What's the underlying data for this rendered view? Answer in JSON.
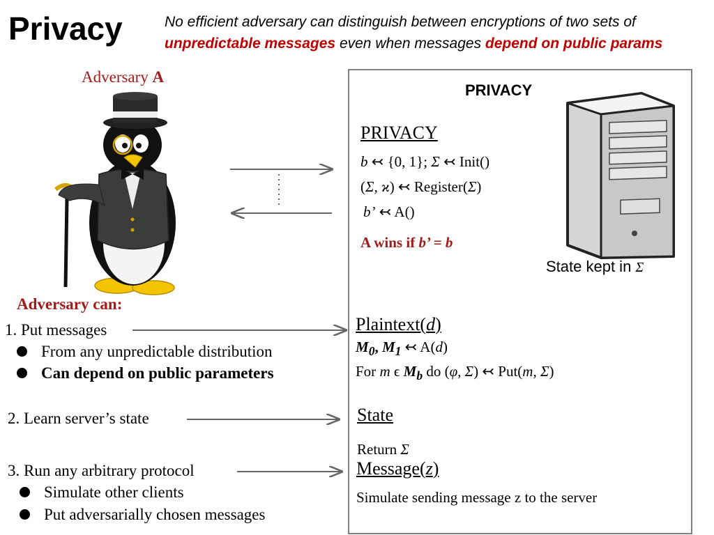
{
  "title": "Privacy",
  "subtitle": {
    "line1": "No efficient adversary can distinguish between encryptions of two sets of",
    "em1": "unpredictable messages",
    "mid": " even when messages ",
    "em2": "depend on public params"
  },
  "adversary": {
    "label": "Adversary ",
    "name": "A",
    "can_title": "Adversary can:",
    "items": [
      {
        "text": "1. Put messages",
        "bullets": [
          "From any unpredictable distribution",
          "Can depend on public parameters"
        ]
      },
      {
        "text": "2. Learn server’s state"
      },
      {
        "text": "3. Run any arbitrary protocol",
        "bullets": [
          "Simulate other clients",
          "Put adversarially chosen messages"
        ]
      }
    ]
  },
  "game": {
    "heading_sans": "PRIVACY",
    "heading_serif": "PRIVACY",
    "line1": {
      "b": "b",
      "mid": " ↢ {0, 1}; ",
      "sigma": "Σ",
      "rest": " ↢ Init()"
    },
    "line2": {
      "open": "(",
      "sigma": "Σ, ϰ",
      "mid": ") ↢ Register(",
      "sigma2": "Σ",
      "close": ")"
    },
    "line3": {
      "b": "b’",
      "rest": " ↢ A()"
    },
    "win": {
      "text": "A wins if ",
      "cond": "b’ = b"
    },
    "server_label": {
      "text": "State kept in ",
      "sigma": "Σ"
    }
  },
  "oracles": {
    "plaintext": {
      "title": "Plaintext(",
      "arg": "d",
      "close": ")",
      "line1": {
        "m": "M",
        "s0": "0",
        "comma": ", ",
        "m2": "M",
        "s1": "1",
        "rest": " ↢ A(",
        "d": "d",
        "end": ")"
      },
      "line2": {
        "pre": "For ",
        "m": "m",
        "in": " ϵ ",
        "M": "M",
        "b": "b",
        "do": " do (",
        "phi": "φ, Σ",
        "put": ") ↢ Put(",
        "args": "m, Σ",
        "end": ")"
      }
    },
    "state": {
      "title": "State",
      "ret": "Return ",
      "sigma": "Σ"
    },
    "message": {
      "title": "Message(",
      "arg": "z",
      "close": ")",
      "body": "Simulate sending message z to the server"
    }
  }
}
